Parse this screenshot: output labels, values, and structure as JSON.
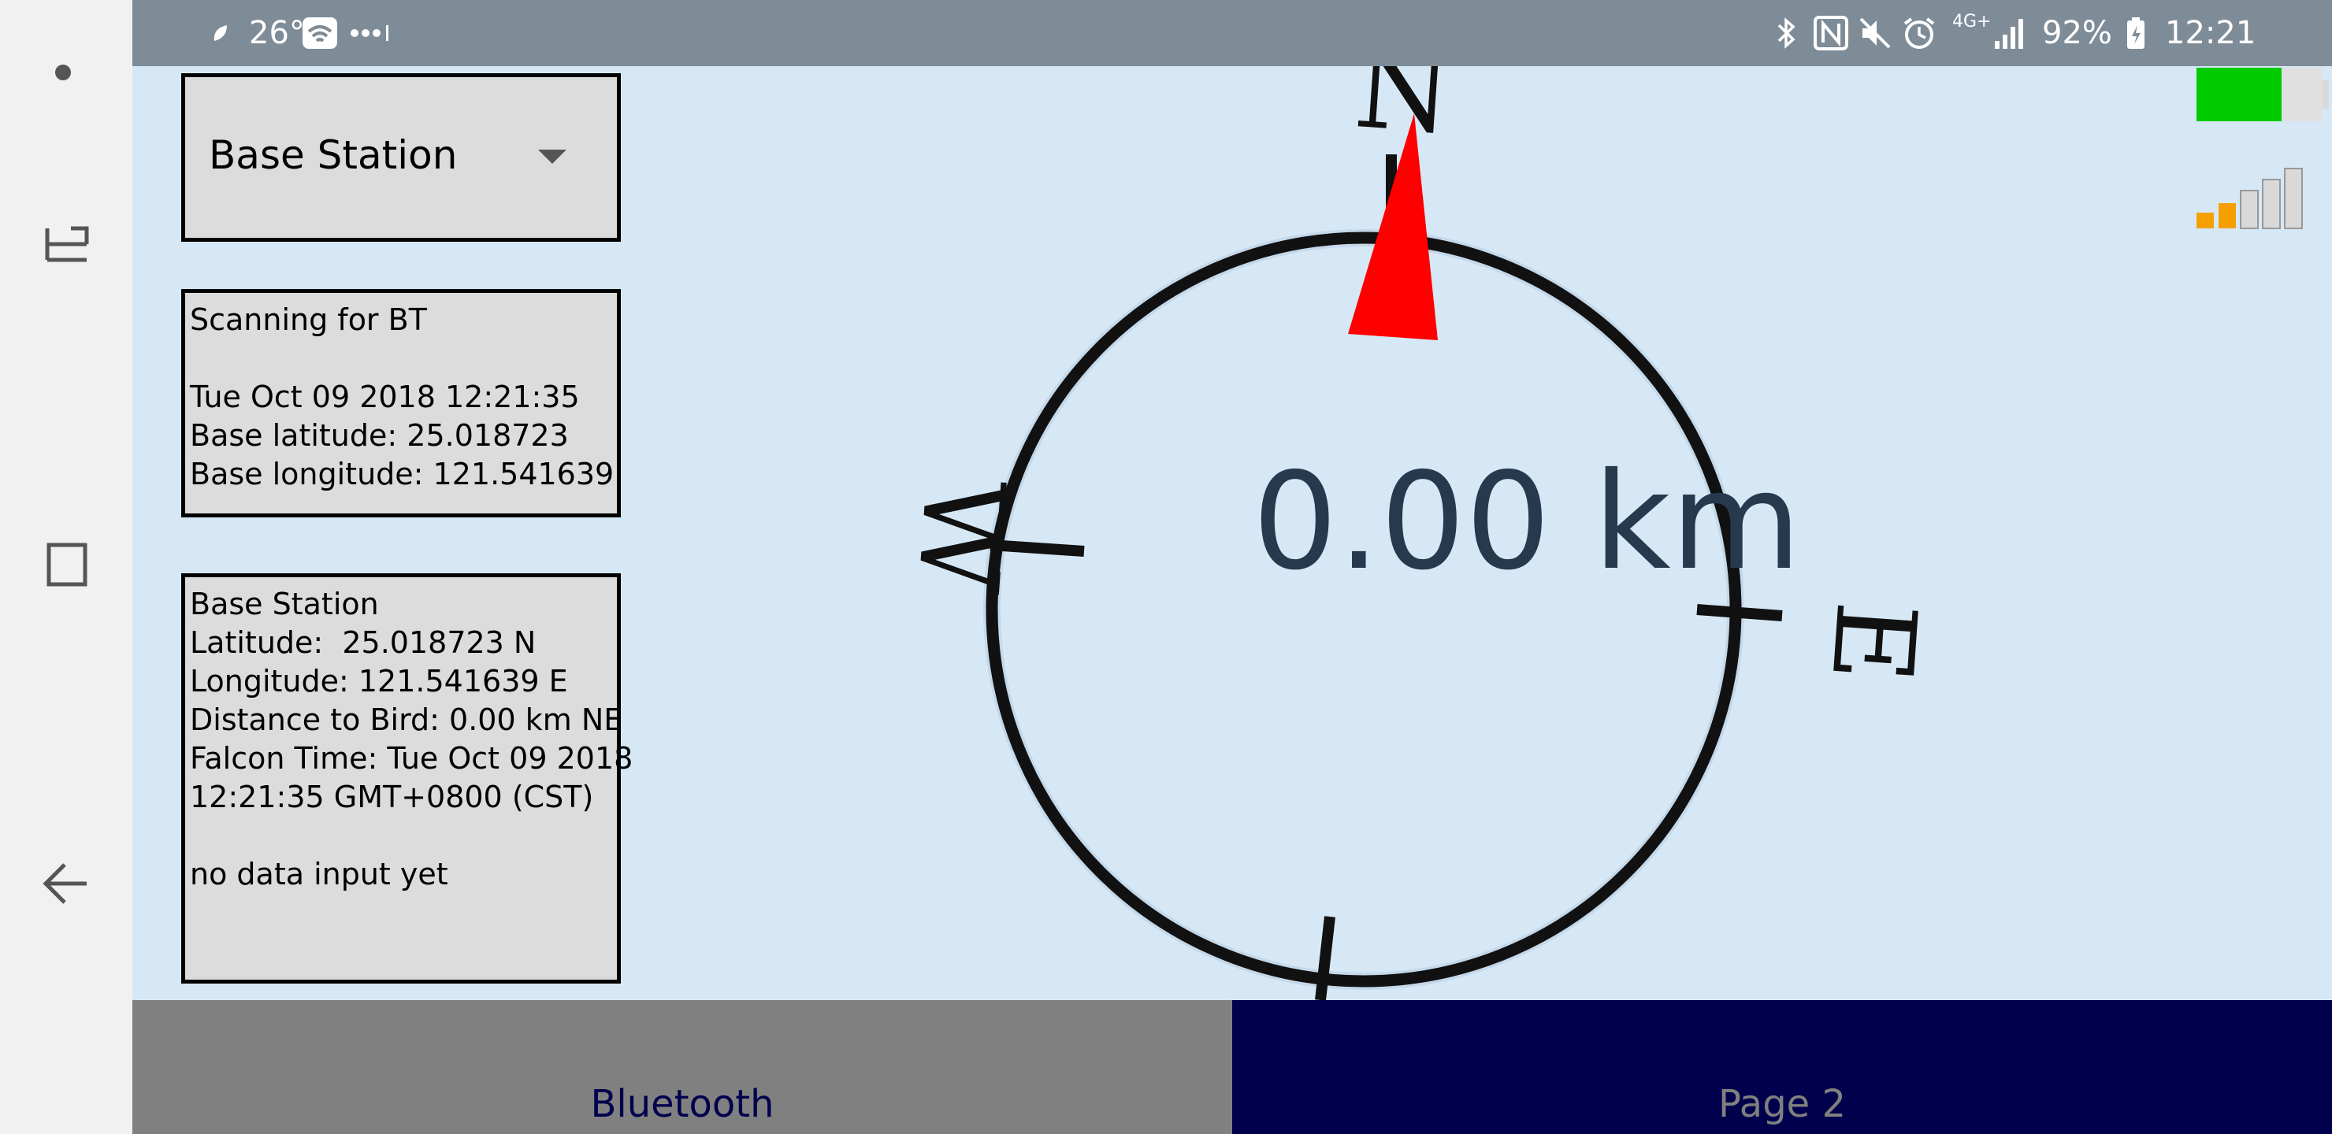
{
  "status_bar": {
    "temperature": "26°",
    "battery_percent": "92%",
    "time": "12:21",
    "network": "4G+",
    "icons": [
      "leaf-icon",
      "wifi-icon",
      "more-dots-icon",
      "bluetooth-icon",
      "nfc-icon",
      "mute-icon",
      "alarm-icon",
      "signal-icon",
      "battery-icon"
    ]
  },
  "nav_rail": {
    "icons": [
      "dot-icon",
      "recent-apps-icon",
      "home-icon",
      "back-icon"
    ]
  },
  "station_dropdown": {
    "selected": "Base Station"
  },
  "status_panel": {
    "lines": [
      "Scanning for BT",
      "",
      "Tue Oct 09 2018 12:21:35",
      "Base latitude: 25.018723",
      "Base longitude: 121.541639"
    ]
  },
  "info_panel": {
    "lines": [
      "Base Station",
      "Latitude:  25.018723 N",
      "Longitude: 121.541639 E",
      "Distance to Bird: 0.00 km NE",
      "Falcon Time: Tue Oct 09 2018",
      "12:21:35 GMT+0800 (CST)",
      "",
      "no data input yet"
    ]
  },
  "compass": {
    "distance": "0.00 km",
    "labels": {
      "north": "N",
      "east": "E",
      "west": "W"
    },
    "needle_color": "#ff0000",
    "ring_color": "#111111"
  },
  "indicators": {
    "battery_color": "#00cc00",
    "signal_active_color": "#f5a000",
    "signal_inactive_color": "#d9d9d9",
    "signal_bars_active": 2,
    "signal_bars_total": 5
  },
  "tabs": [
    {
      "label": "Bluetooth",
      "selected": false
    },
    {
      "label": "Page 2",
      "selected": true
    }
  ],
  "colors": {
    "background": "#d6e8f6",
    "panel_bg": "#dcdcdc",
    "tab_inactive": "#808080",
    "tab_active": "#00004d"
  }
}
